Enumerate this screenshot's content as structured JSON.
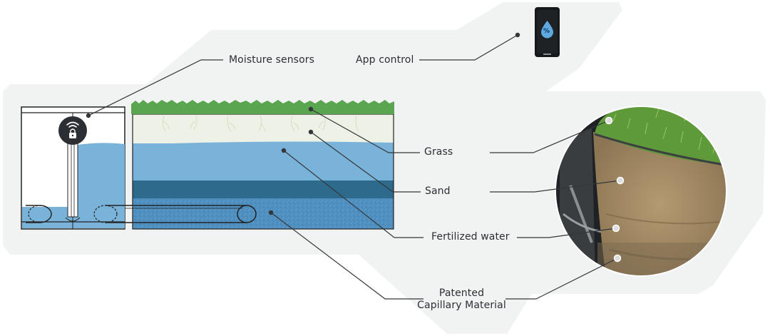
{
  "labels": {
    "moisture_sensors": "Moisture sensors",
    "app_control": "App control",
    "grass": "Grass",
    "sand": "Sand",
    "fertilized_water": "Fertilized water",
    "capillary_line1": "Patented",
    "capillary_line2": "Capillary Material"
  },
  "phone_symbol": "%",
  "icons": [
    "wifi-icon",
    "lock-icon",
    "water-drop-icon",
    "phone-icon"
  ],
  "colors": {
    "background_shape": "#f1f3f3",
    "grass": "#5aa54f",
    "sand": "#eef2e6",
    "water": "#7ab3d9",
    "dark_band": "#2e6a8c",
    "capillary": "#4f8fbf",
    "leader_line": "#33373b"
  }
}
